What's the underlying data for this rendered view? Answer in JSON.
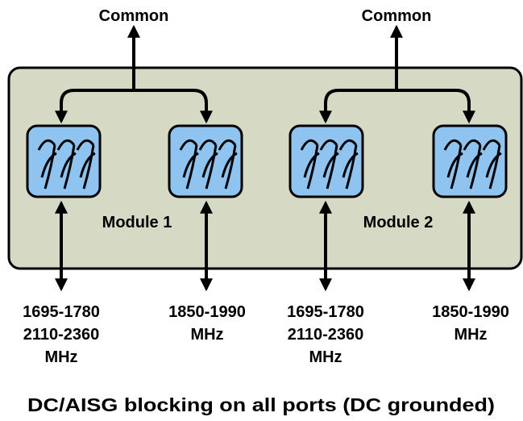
{
  "common_labels": [
    "Common",
    "Common"
  ],
  "modules": [
    {
      "name": "Module 1"
    },
    {
      "name": "Module 2"
    }
  ],
  "port_labels": {
    "module1_left": [
      "1695-1780",
      "2110-2360",
      "MHz"
    ],
    "module1_right": [
      "1850-1990",
      "MHz"
    ],
    "module2_left": [
      "1695-1780",
      "2110-2360",
      "MHz"
    ],
    "module2_right": [
      "1850-1990",
      "MHz"
    ]
  },
  "caption": "DC/AISG blocking on all ports (DC grounded)",
  "colors": {
    "housing_fill": "#d6d9c3",
    "filter_fill": "#8fc3f0",
    "stroke": "#000000"
  },
  "icons": [
    "filter-icon",
    "double-arrow-icon",
    "arrow-up-icon"
  ]
}
